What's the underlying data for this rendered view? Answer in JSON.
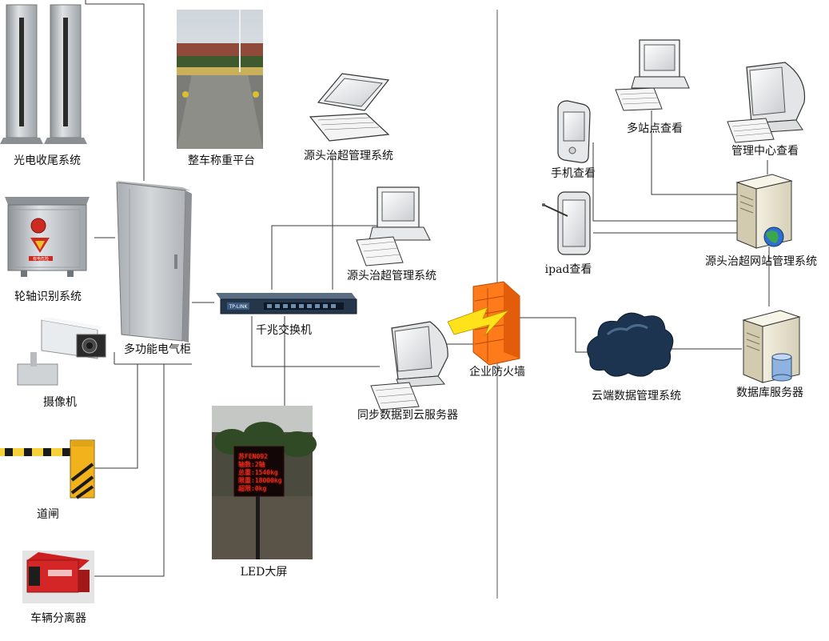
{
  "nodes": {
    "photo_sensor": "光电收尾系统",
    "weighbridge": "整车称重平台",
    "axle": "轮轴识别系统",
    "camera": "摄像机",
    "cabinet": "多功能电气柜",
    "barrier": "道闸",
    "separator": "车辆分离器",
    "laptop_mgmt": "源头治超管理系统",
    "desktop_mgmt": "源头治超管理系统",
    "switch": "千兆交换机",
    "sync": "同步数据到云服务器",
    "led_screen": "LED大屏",
    "firewall": "企业防火墙",
    "mobile": "手机查看",
    "ipad": "ipad查看",
    "multi_site": "多站点查看",
    "mgmt_center": "管理中心查看",
    "web_mgmt": "源头治超网站管理系统",
    "cloud": "云端数据管理系统",
    "db_server": "数据库服务器"
  },
  "led_display": {
    "line1": "苏FEN092",
    "line2": "轴数:2轴",
    "line3": "总重:1540kg",
    "line4": "限重:18000kg",
    "line5": "超限:0kg"
  },
  "switch_brand": "TP-LINK",
  "sign_text": "有电危险",
  "colors": {
    "line": "#3a3a3a",
    "steel": "#b9bdc1",
    "firewall": "#ff7a1a",
    "bolt": "#ffe21a",
    "cloud": "#1d3450",
    "led": "#ff2a1a",
    "barrier_yellow": "#f2b21c"
  }
}
